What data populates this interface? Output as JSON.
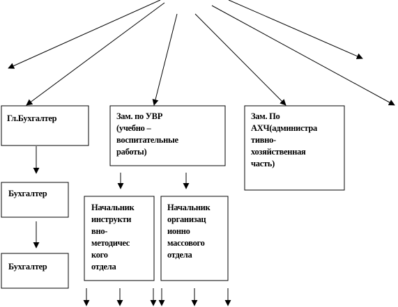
{
  "colors": {
    "line": "#000000",
    "box_fill": "#ffffff",
    "text": "#000000"
  },
  "nodes": {
    "chief_accountant": {
      "lines": [
        "Гл.Бухгалтер"
      ]
    },
    "deputy_uvr": {
      "lines": [
        "Зам. по УВР",
        "(учебно –",
        "воспитательные",
        "работы)"
      ]
    },
    "deputy_ahch": {
      "lines": [
        "Зам. По",
        "АХЧ(администра",
        "тивно-",
        "хозяйственная",
        "часть)"
      ]
    },
    "accountant_1": {
      "lines": [
        "Бухгалтер"
      ]
    },
    "accountant_2": {
      "lines": [
        "Бухгалтер"
      ]
    },
    "head_instruction": {
      "lines": [
        "Начальник",
        "инструкти",
        "вно-",
        "методичес",
        "кого",
        "отдела"
      ]
    },
    "head_organization": {
      "lines": [
        "Начальник",
        "организац",
        "ионно",
        "массового",
        "отдела"
      ]
    }
  }
}
